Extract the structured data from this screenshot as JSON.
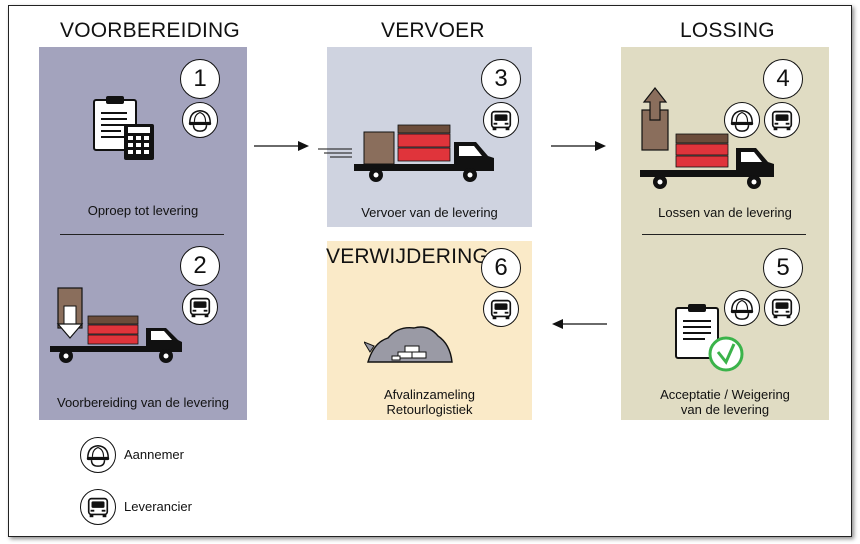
{
  "headings": {
    "voorbereiding": "VOORBEREIDING",
    "vervoer": "VERVOER",
    "lossing": "LOSSING",
    "verwijdering": "VERWIJDERING"
  },
  "steps": [
    {
      "number": "1",
      "label": "Oproep tot levering"
    },
    {
      "number": "2",
      "label": "Voorbereiding van de levering"
    },
    {
      "number": "3",
      "label": "Vervoer van de levering"
    },
    {
      "number": "4",
      "label": "Lossen van de levering"
    },
    {
      "number": "5",
      "label_line1": "Acceptatie / Weigering",
      "label_line2": "van de levering"
    },
    {
      "number": "6",
      "label_line1": "Afvalinzameling",
      "label_line2": "Retourlogistiek"
    }
  ],
  "legend": {
    "contractor": "Aannemer",
    "supplier": "Leverancier"
  },
  "icons": [
    "helmet-icon",
    "truck-front-icon",
    "clipboard-icon",
    "calculator-icon",
    "delivery-truck-icon",
    "checkmark-icon",
    "rubble-icon",
    "arrow-right-icon",
    "arrow-left-icon"
  ],
  "colors": {
    "voorbereiding_panel": "#a3a3bd",
    "vervoer_panel": "#cfd3e0",
    "lossing_panel": "#e0dcc3",
    "verwijdering_panel": "#faeac8",
    "cargo_red": "#e0343b",
    "cargo_brown": "#6b4c3a",
    "check_green": "#3bb34a"
  }
}
